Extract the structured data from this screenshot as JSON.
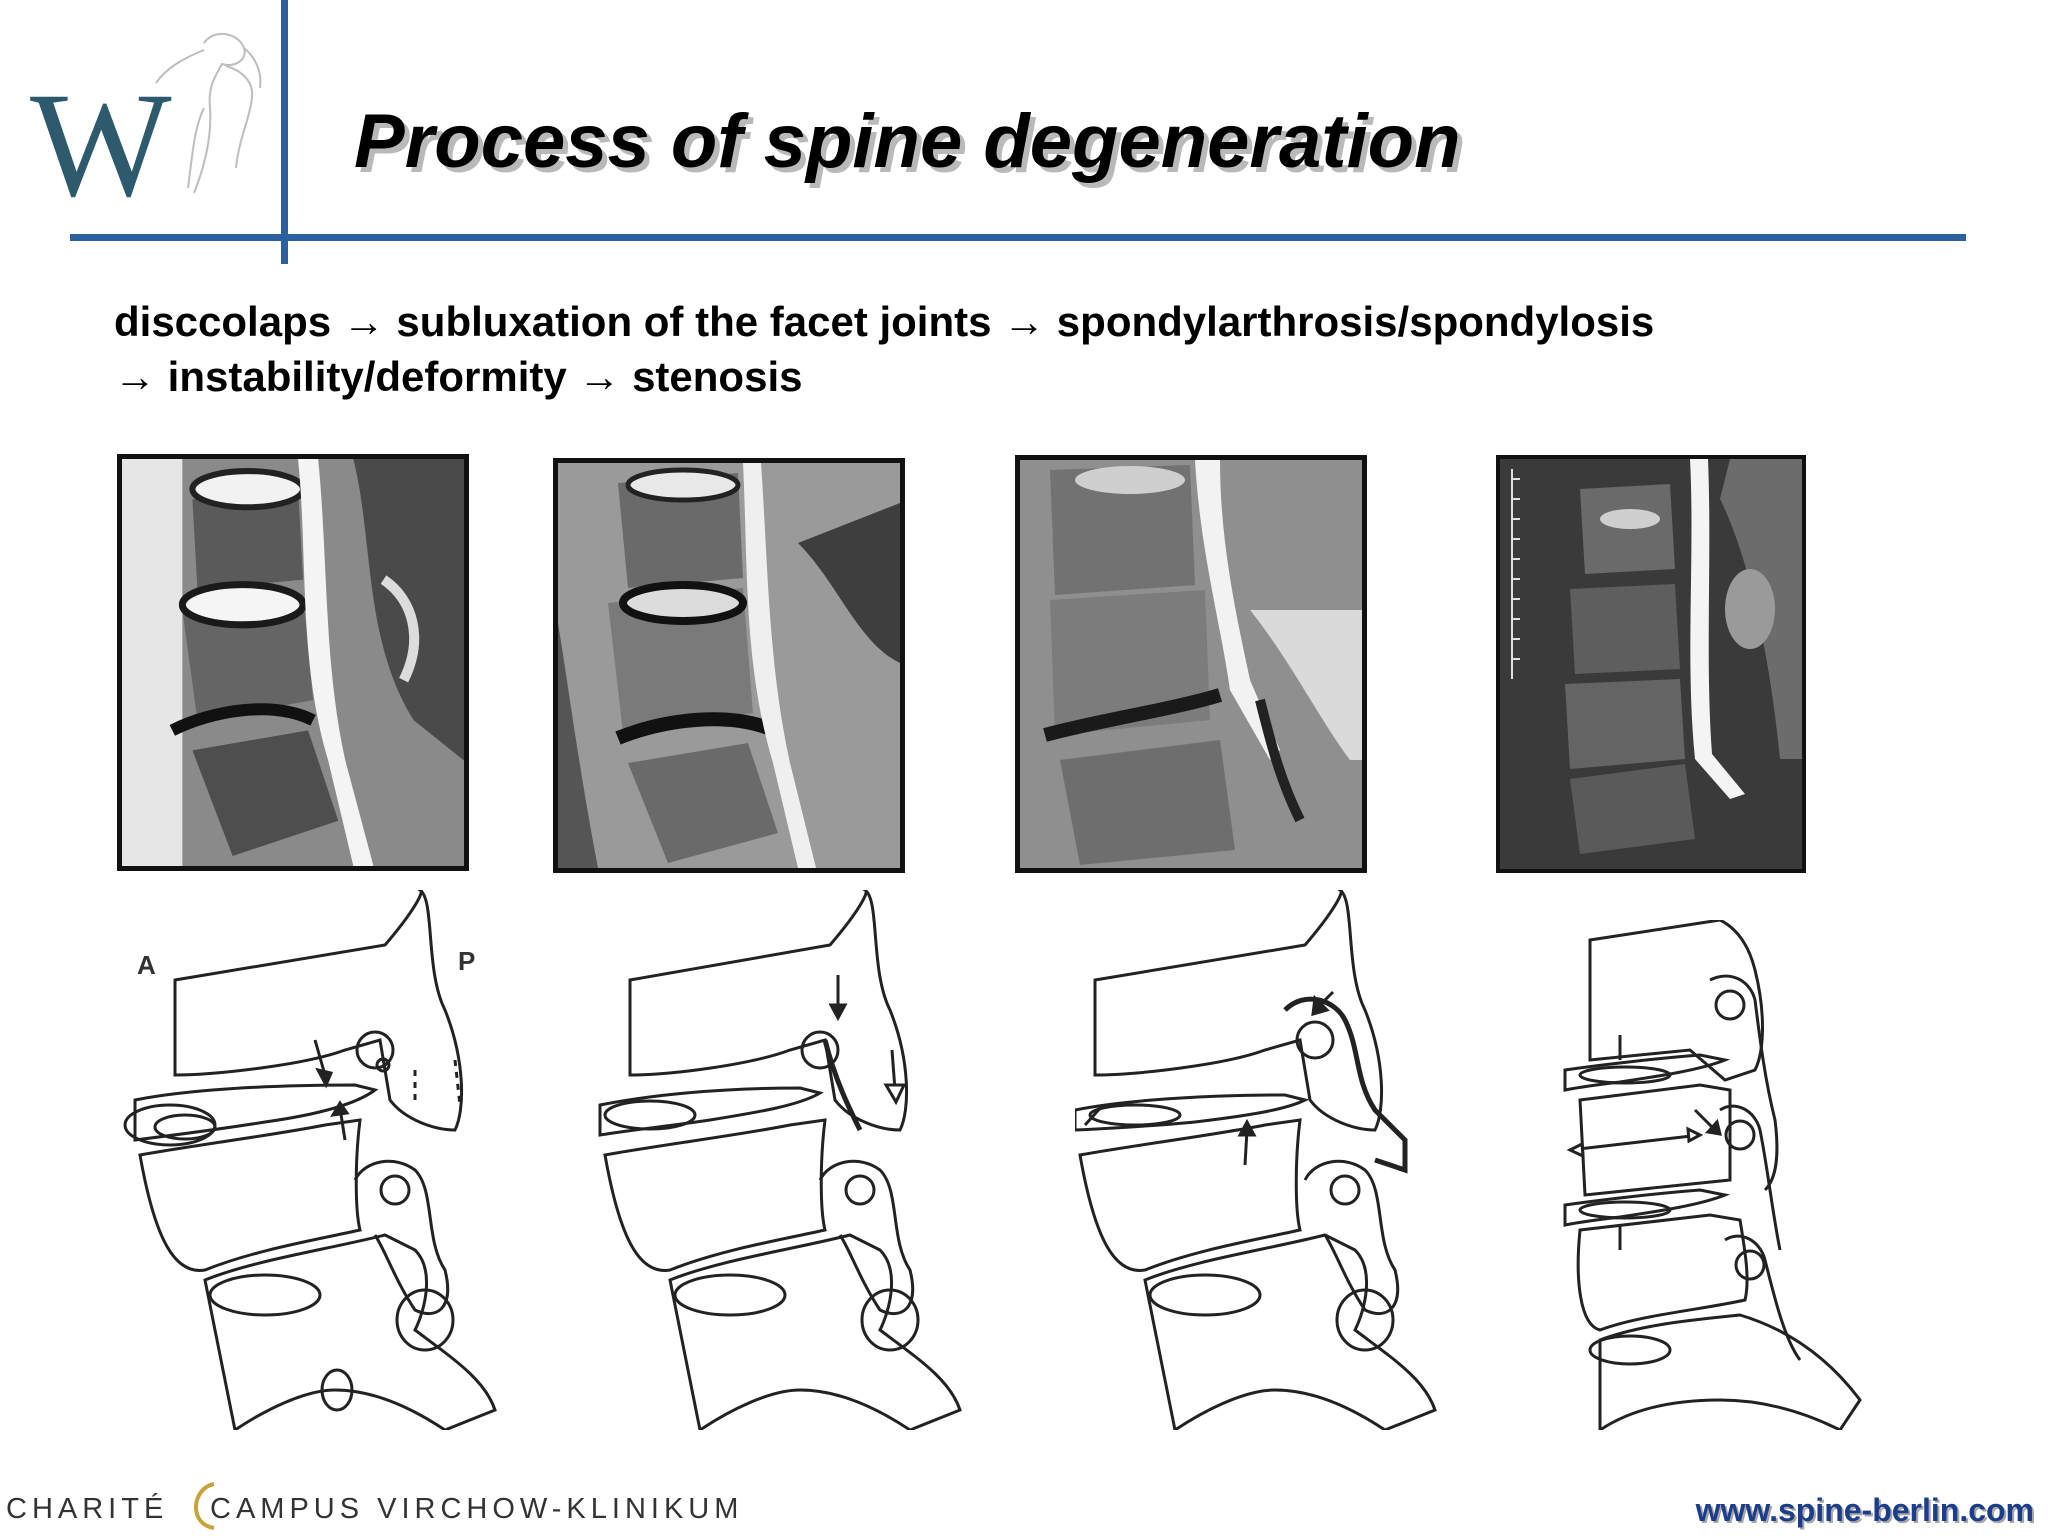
{
  "header": {
    "title": "Process of spine degeneration",
    "logo_letter": "W"
  },
  "process": {
    "line1": "disccolaps → subluxation of the facet joints → spondylarthrosis/spondylosis",
    "line2": "→ instability/deformity → stenosis"
  },
  "figures": {
    "label_anterior": "A",
    "label_posterior": "P",
    "mri_count": 4,
    "drawing_count": 4
  },
  "footer": {
    "institution_left": "CHARITÉ",
    "institution_right": "CAMPUS VIRCHOW-KLINIKUM",
    "url": "www.spine-berlin.com"
  },
  "colors": {
    "accent_blue": "#2c5f9e",
    "logo_teal": "#2e5a6e",
    "url_blue": "#1c3e8a"
  }
}
